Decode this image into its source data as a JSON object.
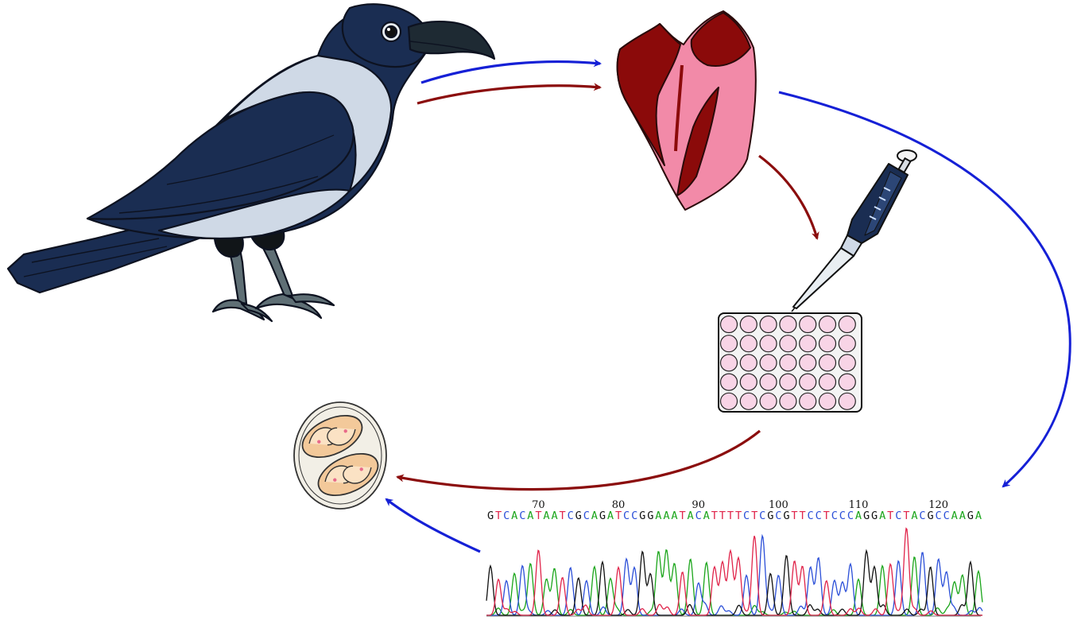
{
  "chromatogram": {
    "sequence": "GTCACATAATCGCAGATCCGGAAATACATTTTCTCGCGTTCCTCCCAGGATCTACGCCAAGA",
    "positions": [
      "70",
      "80",
      "90",
      "100",
      "110",
      "120"
    ],
    "base_colors": {
      "A": "#1aa51a",
      "C": "#2b4fd8",
      "G": "#111111",
      "T": "#e0244a"
    }
  },
  "colors": {
    "arrow_blue": "#1520d6",
    "arrow_red": "#8b0d0d",
    "crow_dark": "#1a2d52",
    "crow_light": "#cfd9e6",
    "heart_dark": "#8b0a0a",
    "heart_pink": "#f28aa8",
    "well_fill": "#f8d4e6",
    "oocyst": "#f3c99a"
  },
  "icons": [
    "crow-icon",
    "heart-tissue-icon",
    "pipette-icon",
    "well-plate-icon",
    "oocyst-icon",
    "chromatogram-icon"
  ]
}
